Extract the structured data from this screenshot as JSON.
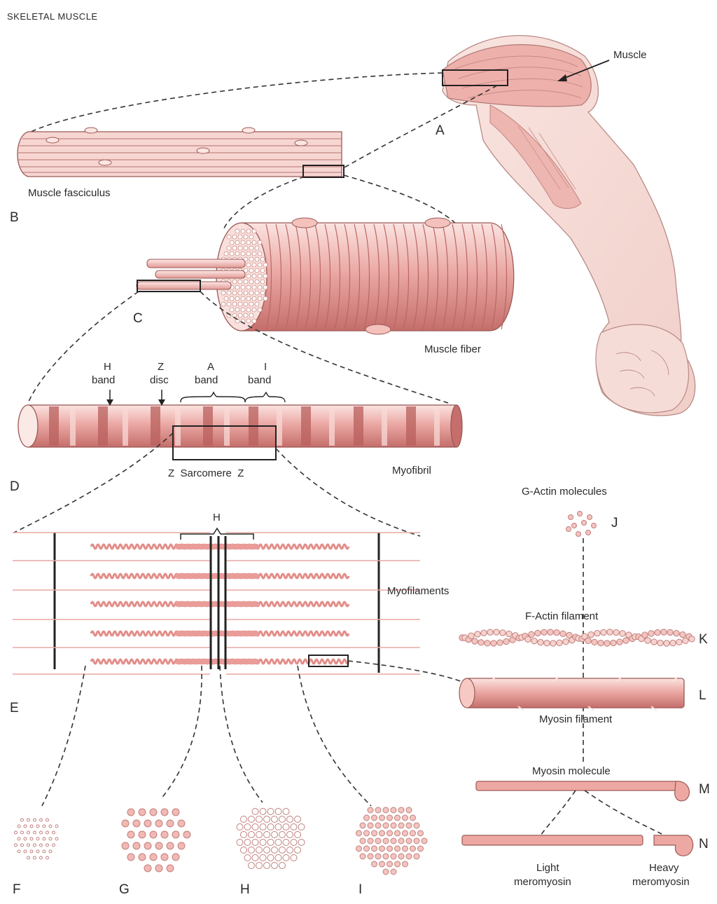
{
  "title": "SKELETAL MUSCLE",
  "labels": {
    "muscle": "Muscle",
    "muscle_fasciculus": "Muscle fasciculus",
    "muscle_fiber": "Muscle fiber",
    "myofibril": "Myofibril",
    "myofilaments": "Myofilaments",
    "sarcomere": "Z  Sarcomere  Z",
    "h_band_1": "H",
    "h_band_2": "band",
    "z_disc_1": "Z",
    "z_disc_2": "disc",
    "a_band_1": "A",
    "a_band_2": "band",
    "i_band_1": "I",
    "i_band_2": "band",
    "h_bracket": "H",
    "g_actin": "G-Actin molecules",
    "f_actin": "F-Actin filament",
    "myosin_filament": "Myosin filament",
    "myosin_molecule": "Myosin molecule",
    "light_meromyosin_1": "Light",
    "light_meromyosin_2": "meromyosin",
    "heavy_meromyosin_1": "Heavy",
    "heavy_meromyosin_2": "meromyosin"
  },
  "letters": {
    "A": "A",
    "B": "B",
    "C": "C",
    "D": "D",
    "E": "E",
    "F": "F",
    "G": "G",
    "H": "H",
    "I": "I",
    "J": "J",
    "K": "K",
    "L": "L",
    "M": "M",
    "N": "N"
  },
  "colors": {
    "tissue_light": "#f4c7c3",
    "tissue_mid": "#e8a3a0",
    "tissue_dark": "#c9706d",
    "outline": "#7a3d3a"
  }
}
